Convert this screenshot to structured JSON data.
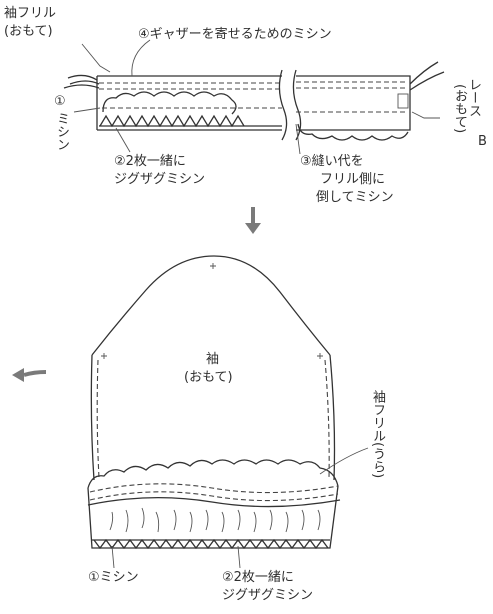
{
  "top": {
    "sleeve_frill_line1": "袖フリル",
    "sleeve_frill_line2": "(おもて)",
    "step4": "④ギャザーを寄せるためのミシン",
    "lace_line1": "レース",
    "lace_line2": "(おもて)",
    "lace_cut": "B",
    "step1_num": "①",
    "step1_text": "ミシン",
    "step2_line1": "②2枚一緒に",
    "step2_line2": "ジグザグミシン",
    "step3_line1": "③縫い代を",
    "step3_line2": "フリル側に",
    "step3_line3": "倒してミシン"
  },
  "bottom": {
    "sleeve_line1": "袖",
    "sleeve_line2": "(おもて)",
    "frill_label": "袖フリル(うら)",
    "step1": "①ミシン",
    "step2_line1": "②2枚一緒に",
    "step2_line2": "ジグザグミシン"
  },
  "icons": [
    "down-arrow-icon",
    "left-arrow-icon"
  ],
  "colors": {
    "line": "#333333",
    "arrow": "#7a7a7a"
  }
}
